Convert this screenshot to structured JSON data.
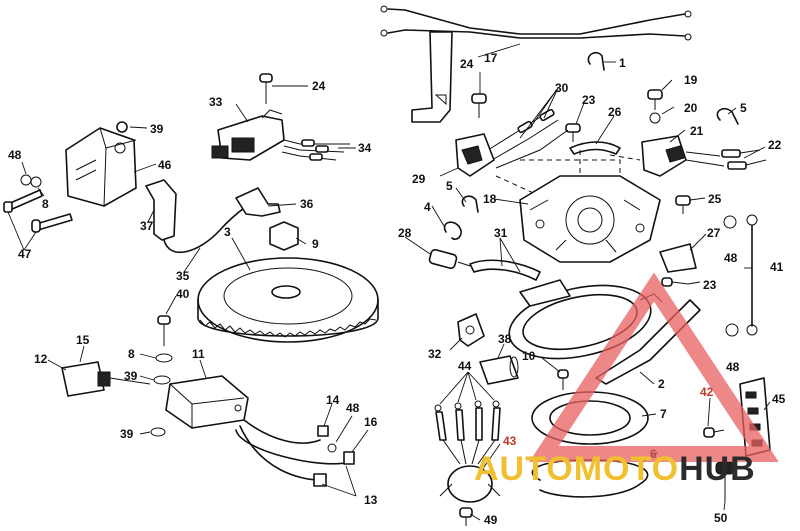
{
  "diagram": {
    "callouts": [
      {
        "id": "1",
        "label": "1"
      },
      {
        "id": "2",
        "label": "2"
      },
      {
        "id": "3",
        "label": "3"
      },
      {
        "id": "4",
        "label": "4"
      },
      {
        "id": "5a",
        "label": "5"
      },
      {
        "id": "5b",
        "label": "5"
      },
      {
        "id": "6",
        "label": "6"
      },
      {
        "id": "7",
        "label": "7"
      },
      {
        "id": "8a",
        "label": "8"
      },
      {
        "id": "8b",
        "label": "8"
      },
      {
        "id": "9",
        "label": "9"
      },
      {
        "id": "10",
        "label": "10"
      },
      {
        "id": "11",
        "label": "11"
      },
      {
        "id": "12",
        "label": "12"
      },
      {
        "id": "13",
        "label": "13"
      },
      {
        "id": "14",
        "label": "14"
      },
      {
        "id": "15",
        "label": "15"
      },
      {
        "id": "16",
        "label": "16"
      },
      {
        "id": "17",
        "label": "17"
      },
      {
        "id": "18",
        "label": "18"
      },
      {
        "id": "19",
        "label": "19"
      },
      {
        "id": "20",
        "label": "20"
      },
      {
        "id": "21",
        "label": "21"
      },
      {
        "id": "22",
        "label": "22"
      },
      {
        "id": "23a",
        "label": "23"
      },
      {
        "id": "23b",
        "label": "23"
      },
      {
        "id": "24a",
        "label": "24"
      },
      {
        "id": "24b",
        "label": "24"
      },
      {
        "id": "25",
        "label": "25"
      },
      {
        "id": "26",
        "label": "26"
      },
      {
        "id": "27",
        "label": "27"
      },
      {
        "id": "28",
        "label": "28"
      },
      {
        "id": "29",
        "label": "29"
      },
      {
        "id": "30",
        "label": "30"
      },
      {
        "id": "31",
        "label": "31"
      },
      {
        "id": "32",
        "label": "32"
      },
      {
        "id": "33",
        "label": "33"
      },
      {
        "id": "34",
        "label": "34"
      },
      {
        "id": "35",
        "label": "35"
      },
      {
        "id": "36",
        "label": "36"
      },
      {
        "id": "37",
        "label": "37"
      },
      {
        "id": "38",
        "label": "38"
      },
      {
        "id": "39a",
        "label": "39"
      },
      {
        "id": "39b",
        "label": "39"
      },
      {
        "id": "39c",
        "label": "39"
      },
      {
        "id": "40",
        "label": "40"
      },
      {
        "id": "41",
        "label": "41"
      },
      {
        "id": "42",
        "label": "42"
      },
      {
        "id": "43",
        "label": "43"
      },
      {
        "id": "44",
        "label": "44"
      },
      {
        "id": "45",
        "label": "45"
      },
      {
        "id": "46",
        "label": "46"
      },
      {
        "id": "47",
        "label": "47"
      },
      {
        "id": "48a",
        "label": "48"
      },
      {
        "id": "48b",
        "label": "48"
      },
      {
        "id": "48c",
        "label": "48"
      },
      {
        "id": "48d",
        "label": "48"
      },
      {
        "id": "49",
        "label": "49"
      },
      {
        "id": "50",
        "label": "50"
      }
    ]
  },
  "watermark": {
    "brand_part1": "AUTOMOTO",
    "brand_part2": "HUB",
    "color_part1": "#f0c030",
    "color_part2": "#2b2b2b",
    "triangle_color": "#e86060"
  }
}
